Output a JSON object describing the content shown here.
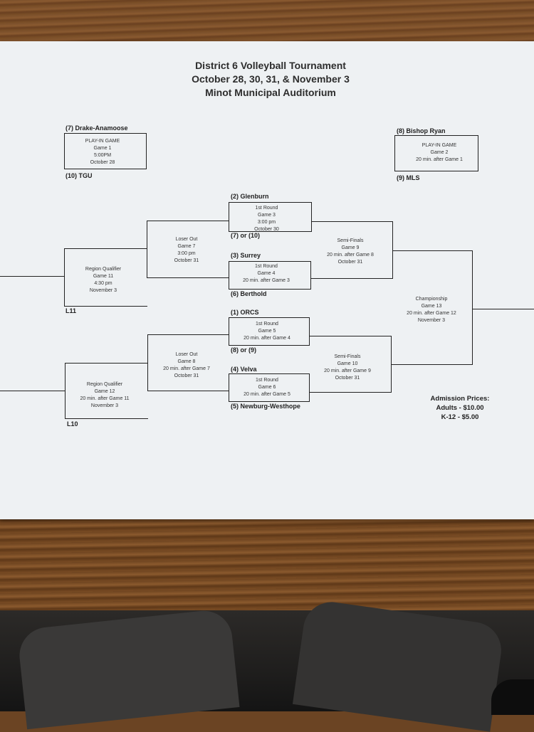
{
  "header": {
    "line1": "District 6 Volleyball Tournament",
    "line2": "October 28, 30, 31, & November 3",
    "line3": "Minot Municipal Auditorium"
  },
  "teams": {
    "drake": "(7) Drake-Anamoose",
    "tgu": "(10) TGU",
    "bishop": "(8) Bishop Ryan",
    "mls": "(9) MLS",
    "glenburn": "(2) Glenburn",
    "seven_or_ten": "(7) or (10)",
    "surrey": "(3) Surrey",
    "berthold": "(6) Berthold",
    "orcs": "(1) ORCS",
    "eight_or_nine": "(8) or (9)",
    "velva": "(4) Velva",
    "newburg": "(5) Newburg-Westhope",
    "l11": "L11",
    "l10": "L10"
  },
  "games": {
    "g1": [
      "PLAY-IN GAME",
      "Game 1",
      "5:00PM",
      "October 28"
    ],
    "g2": [
      "PLAY-IN GAME",
      "Game 2",
      "20 min. after Game 1"
    ],
    "g3": [
      "1st Round",
      "Game 3",
      "3:00 pm",
      "October 30"
    ],
    "g4": [
      "1st Round",
      "Game 4",
      "20 min. after Game 3"
    ],
    "g5": [
      "1st Round",
      "Game 5",
      "20 min. after Game 4"
    ],
    "g6": [
      "1st Round",
      "Game 6",
      "20 min. after Game 5"
    ],
    "g7": [
      "Loser Out",
      "Game 7",
      "3:00 pm",
      "October 31"
    ],
    "g8": [
      "Loser Out",
      "Game 8",
      "20 min. after Game 7",
      "October 31"
    ],
    "g9": [
      "Semi-Finals",
      "Game 9",
      "20 min. after Game 8",
      "October 31"
    ],
    "g10": [
      "Semi-Finals",
      "Game 10",
      "20 min. after Game 9",
      "October 31"
    ],
    "g11": [
      "Region Qualifier",
      "Game 11",
      "4:30 pm",
      "November 3"
    ],
    "g12": [
      "Region Qualifier",
      "Game 12",
      "20 min. after Game 11",
      "November 3"
    ],
    "g13": [
      "Championship",
      "Game 13",
      "20 min. after Game 12",
      "November 3"
    ]
  },
  "admission": {
    "heading": "Admission Prices:",
    "adults": "Adults - $10.00",
    "k12": "K-12 - $5.00"
  }
}
